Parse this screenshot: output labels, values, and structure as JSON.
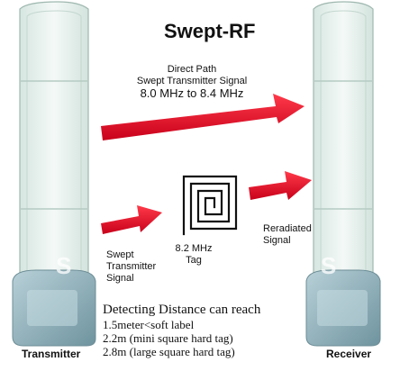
{
  "title": "Swept-RF",
  "direct_path": {
    "line1": "Direct Path",
    "line2": "Swept Transmitter Signal",
    "freq": "8.0 MHz to 8.4 MHz"
  },
  "swept_signal": [
    "Swept",
    "Transmitter",
    "Signal"
  ],
  "tag": {
    "line1": "8.2 MHz",
    "line2": "Tag"
  },
  "reradiated": [
    "Reradiated",
    "Signal"
  ],
  "detecting": {
    "heading": "Detecting Distance can reach",
    "items": [
      "1.5meter<soft label",
      "2.2m (mini square hard tag)",
      "2.8m (large square hard tag)"
    ]
  },
  "labels": {
    "transmitter": "Transmitter",
    "receiver": "Receiver"
  },
  "watermark": {
    "left": "S",
    "right": "S"
  },
  "colors": {
    "arrow": "#e0102a",
    "panel": "#eef5f2",
    "base": "#8fb2bd"
  }
}
